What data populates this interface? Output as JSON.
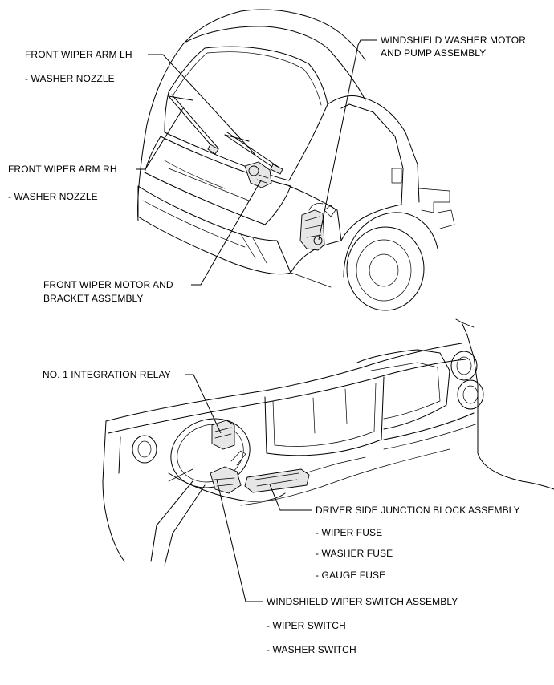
{
  "labels": {
    "front_wiper_arm_lh": "FRONT WIPER ARM LH",
    "front_wiper_arm_lh_sub": "- WASHER NOZZLE",
    "front_wiper_arm_rh": "FRONT WIPER ARM RH",
    "front_wiper_arm_rh_sub": "- WASHER NOZZLE",
    "washer_motor_line1": "WINDSHIELD WASHER MOTOR",
    "washer_motor_line2": "AND PUMP ASSEMBLY",
    "wiper_motor_line1": "FRONT WIPER MOTOR AND",
    "wiper_motor_line2": "BRACKET ASSEMBLY",
    "integration_relay": "NO. 1 INTEGRATION RELAY",
    "junction_block": "DRIVER SIDE JUNCTION BLOCK ASSEMBLY",
    "junction_fuses": [
      "- WIPER FUSE",
      "- WASHER FUSE",
      "- GAUGE FUSE"
    ],
    "wiper_switch": "WINDSHIELD WIPER SWITCH ASSEMBLY",
    "wiper_switch_subs": [
      "- WIPER SWITCH",
      "- WASHER SWITCH"
    ]
  }
}
